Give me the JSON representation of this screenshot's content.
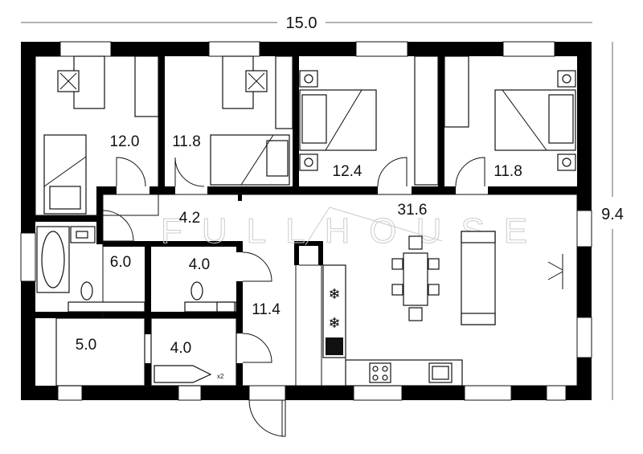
{
  "dimensions": {
    "width": "15.0",
    "height": "9.4"
  },
  "watermark": "FULLHOUSE",
  "rooms": [
    {
      "name": "bedroom-1",
      "area": "12.0"
    },
    {
      "name": "bedroom-2",
      "area": "11.8"
    },
    {
      "name": "bedroom-3",
      "area": "12.4"
    },
    {
      "name": "bedroom-4",
      "area": "11.8"
    },
    {
      "name": "living-kitchen",
      "area": "31.6"
    },
    {
      "name": "hallway",
      "area": "4.2"
    },
    {
      "name": "bathroom",
      "area": "6.0"
    },
    {
      "name": "wc",
      "area": "4.0"
    },
    {
      "name": "corridor",
      "area": "11.4"
    },
    {
      "name": "storage",
      "area": "5.0"
    },
    {
      "name": "utility",
      "area": "4.0"
    }
  ],
  "annotations": {
    "boiler_count": "x2"
  }
}
